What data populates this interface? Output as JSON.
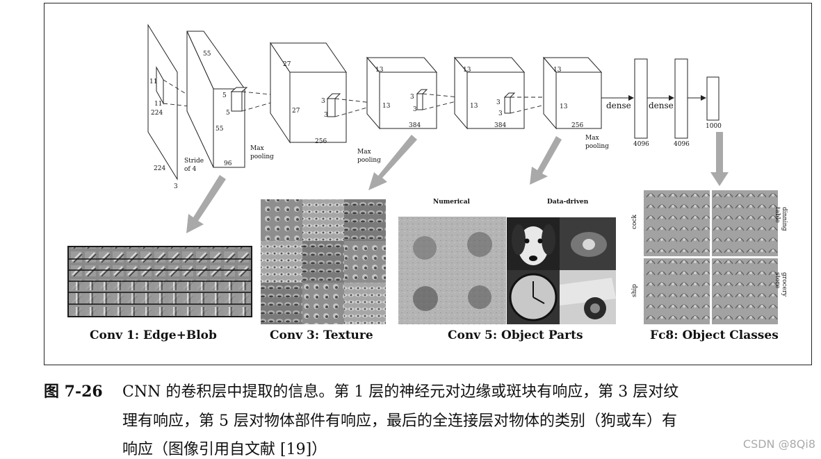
{
  "architecture": {
    "input": {
      "h": "224",
      "w": "224",
      "d": "3",
      "k1": "11",
      "k2": "11"
    },
    "stride": "Stride\nof 4",
    "conv1": {
      "h": "55",
      "w": "55",
      "d": "96",
      "k1": "5",
      "k2": "5"
    },
    "pool_label": "Max\npooling",
    "conv2": {
      "h": "27",
      "w": "27",
      "d": "256",
      "k1": "3",
      "k2": "3"
    },
    "conv3": {
      "h": "13",
      "w": "13",
      "d": "384",
      "k1": "3",
      "k2": "3"
    },
    "conv4": {
      "h": "13",
      "w": "13",
      "d": "384",
      "k1": "3",
      "k2": "3"
    },
    "conv5": {
      "h": "13",
      "w": "13",
      "d": "256"
    },
    "dense_label": "dense",
    "fc6": "4096",
    "fc7": "4096",
    "fc8": "1000"
  },
  "panels": {
    "conv1_title": "Conv 1: Edge+Blob",
    "conv3_title": "Conv 3: Texture",
    "conv5_title": "Conv 5: Object Parts",
    "conv5_left_head": "Numerical",
    "conv5_right_head": "Data-driven",
    "fc8_title": "Fc8: Object Classes",
    "fc8_labels": [
      "cock",
      "dinning table",
      "ship",
      "grocery store"
    ]
  },
  "caption": {
    "fig_no": "图 7-26",
    "line1": "CNN 的卷积层中提取的信息。第 1 层的神经元对边缘或斑块有响应，第 3 层对纹",
    "line2": "理有响应，第 5 层对物体部件有响应，最后的全连接层对物体的类别（狗或车）有",
    "line3": "响应（图像引用自文献 [19]）"
  },
  "watermark": "CSDN @8Qi8",
  "colors": {
    "arrow": "#a9a9a9",
    "frame": "#222222"
  }
}
